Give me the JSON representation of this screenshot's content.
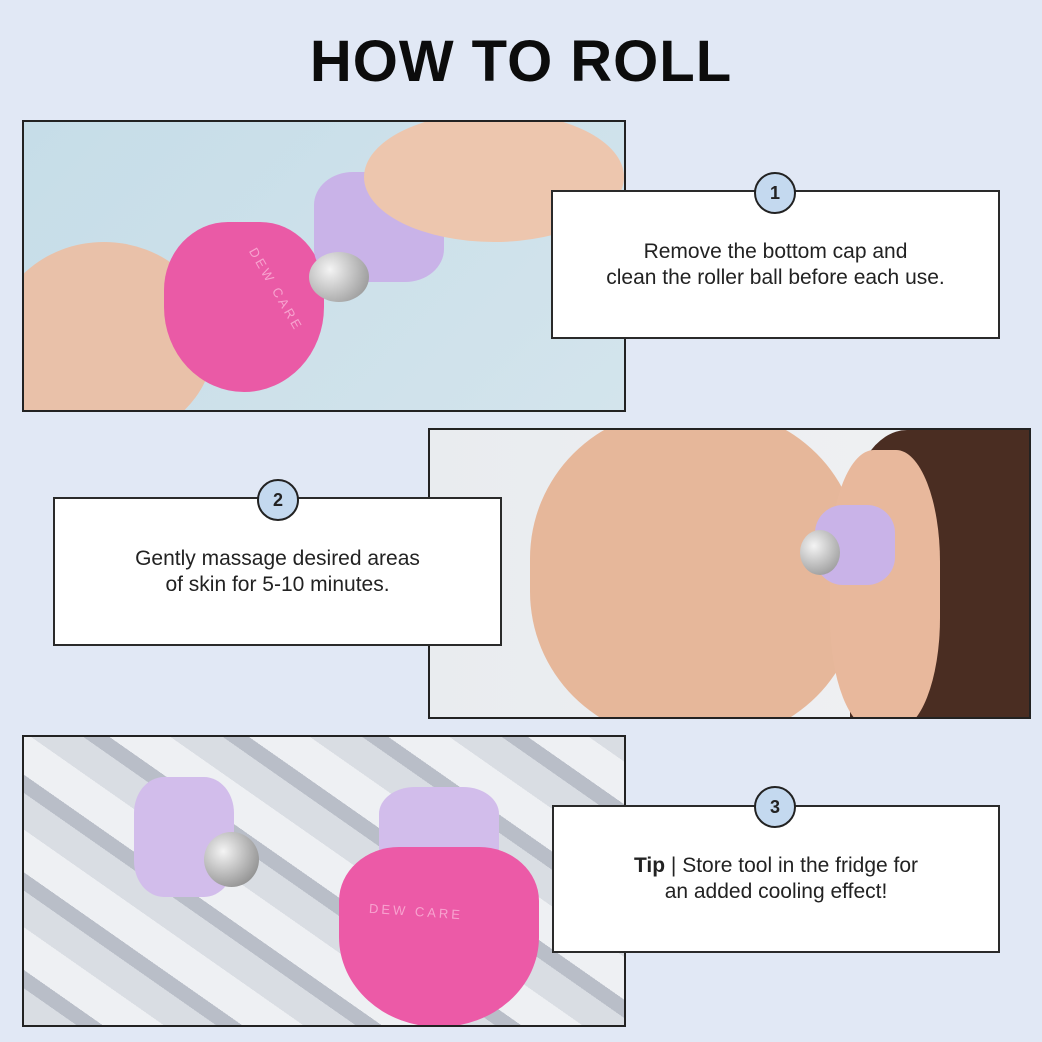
{
  "title": "HOW TO ROLL",
  "steps": [
    {
      "number": "1",
      "line1": "Remove the bottom cap and",
      "line2": "clean the roller ball before each use."
    },
    {
      "number": "2",
      "line1": "Gently massage desired areas",
      "line2": "of skin for 5-10 minutes."
    },
    {
      "number": "3",
      "tip_label": "Tip",
      "line1": " | Store tool in the fridge for",
      "line2": "an added cooling effect!"
    }
  ],
  "brand_text": "DEW CARE"
}
